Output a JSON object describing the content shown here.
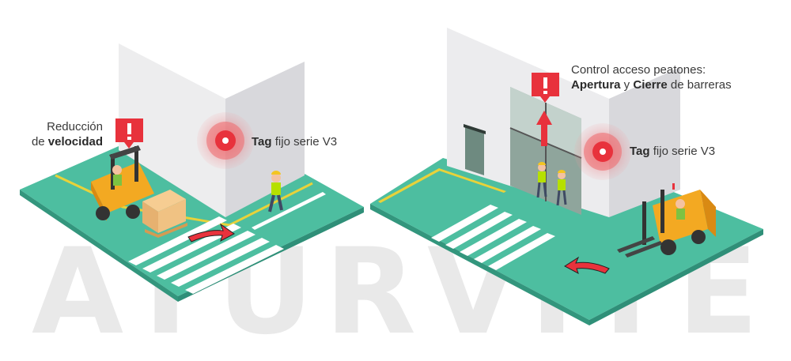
{
  "watermark": "ATURVITE",
  "left_scene": {
    "speed_label_line1": "Reducción",
    "speed_label_line2_prefix": "de ",
    "speed_label_line2_bold": "velocidad",
    "tag_label_bold": "Tag",
    "tag_label_rest": " fijo serie V3",
    "alert_icon": "exclamation-alert-icon"
  },
  "right_scene": {
    "access_line1": "Control acceso peatones:",
    "access_bold1": "Apertura",
    "access_mid": " y ",
    "access_bold2": "Cierre",
    "access_rest": " de barreras",
    "tag_label_bold": "Tag",
    "tag_label_rest": " fijo serie V3",
    "alert_icon": "exclamation-alert-icon"
  },
  "colors": {
    "floor": "#4dbea0",
    "floor_edge": "#2f8f78",
    "wall": "#e4e4e6",
    "wall_dark": "#cfcfd3",
    "alert": "#e8323c",
    "forklift": "#f3a922",
    "lane": "#e8d23a",
    "crosswalk": "#ffffff"
  }
}
